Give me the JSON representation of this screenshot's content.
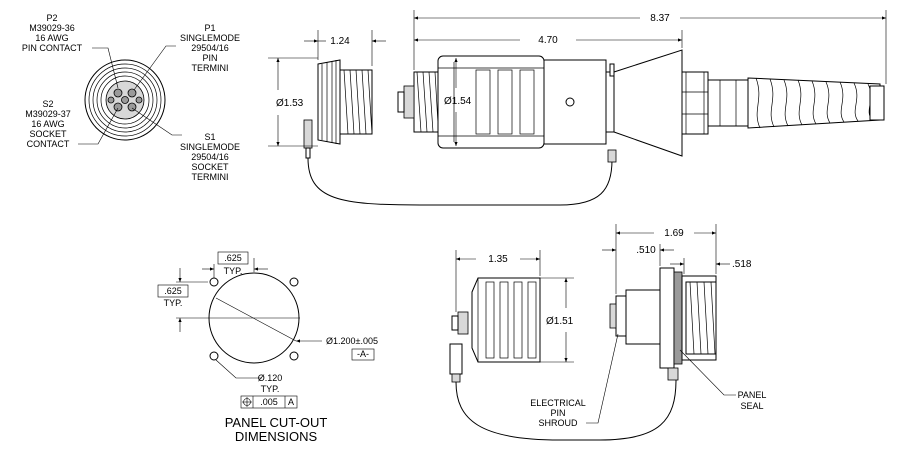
{
  "labels": {
    "p2_line1": "P2",
    "p2_line2": "M39029-36",
    "p2_line3": "16 AWG",
    "p2_line4": "PIN CONTACT",
    "p1_line1": "P1",
    "p1_line2": "SINGLEMODE",
    "p1_line3": "29504/16",
    "p1_line4": "PIN",
    "p1_line5": "TERMINI",
    "s2_line1": "S2",
    "s2_line2": "M39029-37",
    "s2_line3": "16 AWG",
    "s2_line4": "SOCKET",
    "s2_line5": "CONTACT",
    "s1_line1": "S1",
    "s1_line2": "SINGLEMODE",
    "s1_line3": "29504/16",
    "s1_line4": "SOCKET",
    "s1_line5": "TERMINI",
    "elec_line1": "ELECTRICAL",
    "elec_line2": "PIN",
    "elec_line3": "SHROUD",
    "panel_seal_line1": "PANEL",
    "panel_seal_line2": "SEAL",
    "cutout_title_line1": "PANEL CUT-OUT",
    "cutout_title_line2": "DIMENSIONS"
  },
  "dimensions": {
    "overall_length": "8.37",
    "cap_width": "1.24",
    "plug_length": "4.70",
    "cap_diameter": "Ø1.53",
    "plug_diameter": "Ø1.54",
    "typ_h_value": ".625",
    "typ_h_label": "TYP.",
    "typ_v_value": ".625",
    "typ_v_label": "TYP.",
    "cutout_diameter": "Ø1.200±.005",
    "datum_a": "-A-",
    "hole_diameter": "Ø.120",
    "hole_typ": "TYP.",
    "fcf_tolerance": ".005",
    "fcf_datum": "A",
    "rcpt_cap_width": "1.35",
    "rcpt_cap_diameter": "Ø1.51",
    "rcpt_length": "1.69",
    "flange_offset": ".510",
    "thread_length": ".518"
  },
  "icons": {
    "fcf_symbol": "position-tolerance-icon"
  }
}
